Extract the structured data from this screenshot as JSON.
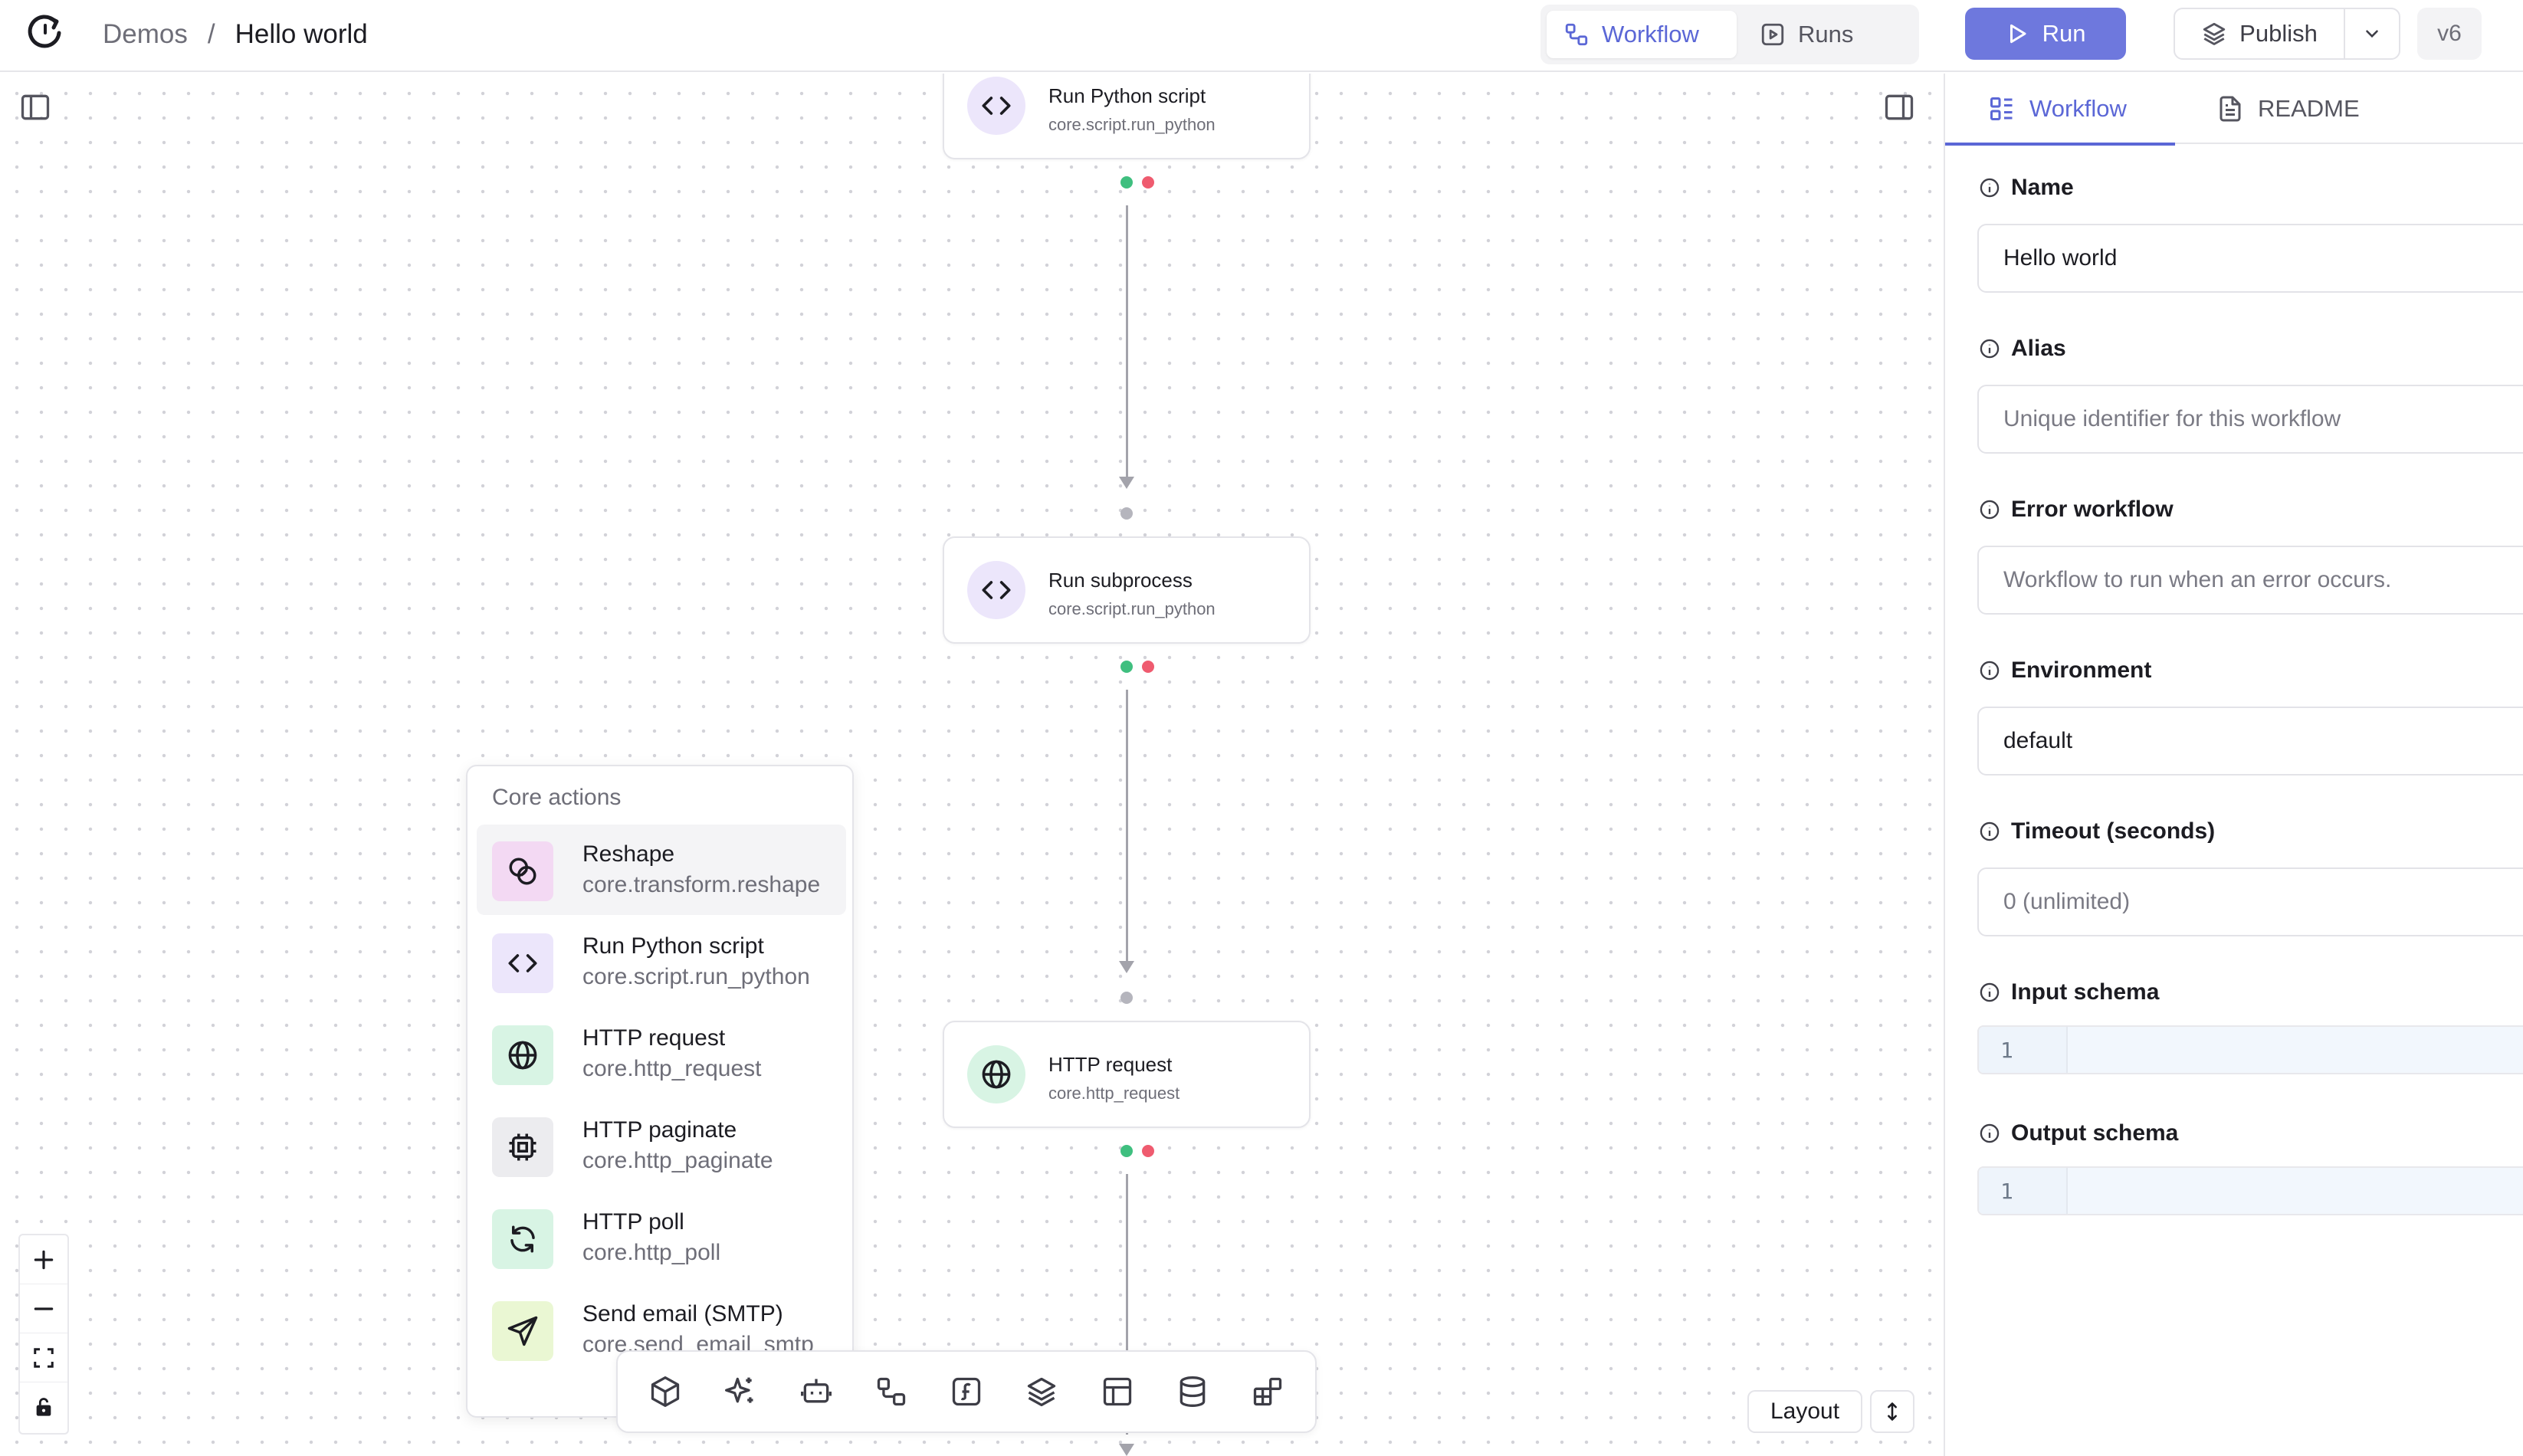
{
  "header": {
    "breadcrumb_root": "Demos",
    "breadcrumb_sep": "/",
    "breadcrumb_current": "Hello world",
    "tab_workflow": "Workflow",
    "tab_runs": "Runs",
    "run_label": "Run",
    "publish_label": "Publish",
    "version": "v6"
  },
  "nodes": [
    {
      "title": "Run Python script",
      "subtitle": "core.script.run_python",
      "icon": "code-icon"
    },
    {
      "title": "Run subprocess",
      "subtitle": "core.script.run_python",
      "icon": "code-icon"
    },
    {
      "title": "HTTP request",
      "subtitle": "core.http_request",
      "icon": "globe-icon"
    }
  ],
  "menu": {
    "header": "Core actions",
    "items": [
      {
        "title": "Reshape",
        "subtitle": "core.transform.reshape",
        "icon": "reshape-icon",
        "color": "#f3d9f3"
      },
      {
        "title": "Run Python script",
        "subtitle": "core.script.run_python",
        "icon": "code-icon",
        "color": "#ece6fb"
      },
      {
        "title": "HTTP request",
        "subtitle": "core.http_request",
        "icon": "globe-icon",
        "color": "#d8f4e4"
      },
      {
        "title": "HTTP paginate",
        "subtitle": "core.http_paginate",
        "icon": "cpu-icon",
        "color": "#ececef"
      },
      {
        "title": "HTTP poll",
        "subtitle": "core.http_poll",
        "icon": "refresh-icon",
        "color": "#d8f4e4"
      },
      {
        "title": "Send email (SMTP)",
        "subtitle": "core.send_email_smtp",
        "icon": "send-icon",
        "color": "#eaf7d3"
      }
    ]
  },
  "canvas": {
    "layout_label": "Layout"
  },
  "panel": {
    "tab_workflow": "Workflow",
    "tab_readme": "README",
    "name_label": "Name",
    "name_value": "Hello world",
    "alias_label": "Alias",
    "alias_placeholder": "Unique identifier for this workflow",
    "error_label": "Error workflow",
    "error_placeholder": "Workflow to run when an error occurs.",
    "env_label": "Environment",
    "env_value": "default",
    "timeout_label": "Timeout (seconds)",
    "timeout_placeholder": "0 (unlimited)",
    "input_label": "Input schema",
    "input_line": "1",
    "output_label": "Output schema",
    "output_line": "1"
  },
  "colors": {
    "accent": "#5b67d6",
    "run_button": "#6e78dd",
    "handle_success": "#3fbf7f",
    "handle_error": "#ef5b6f"
  }
}
